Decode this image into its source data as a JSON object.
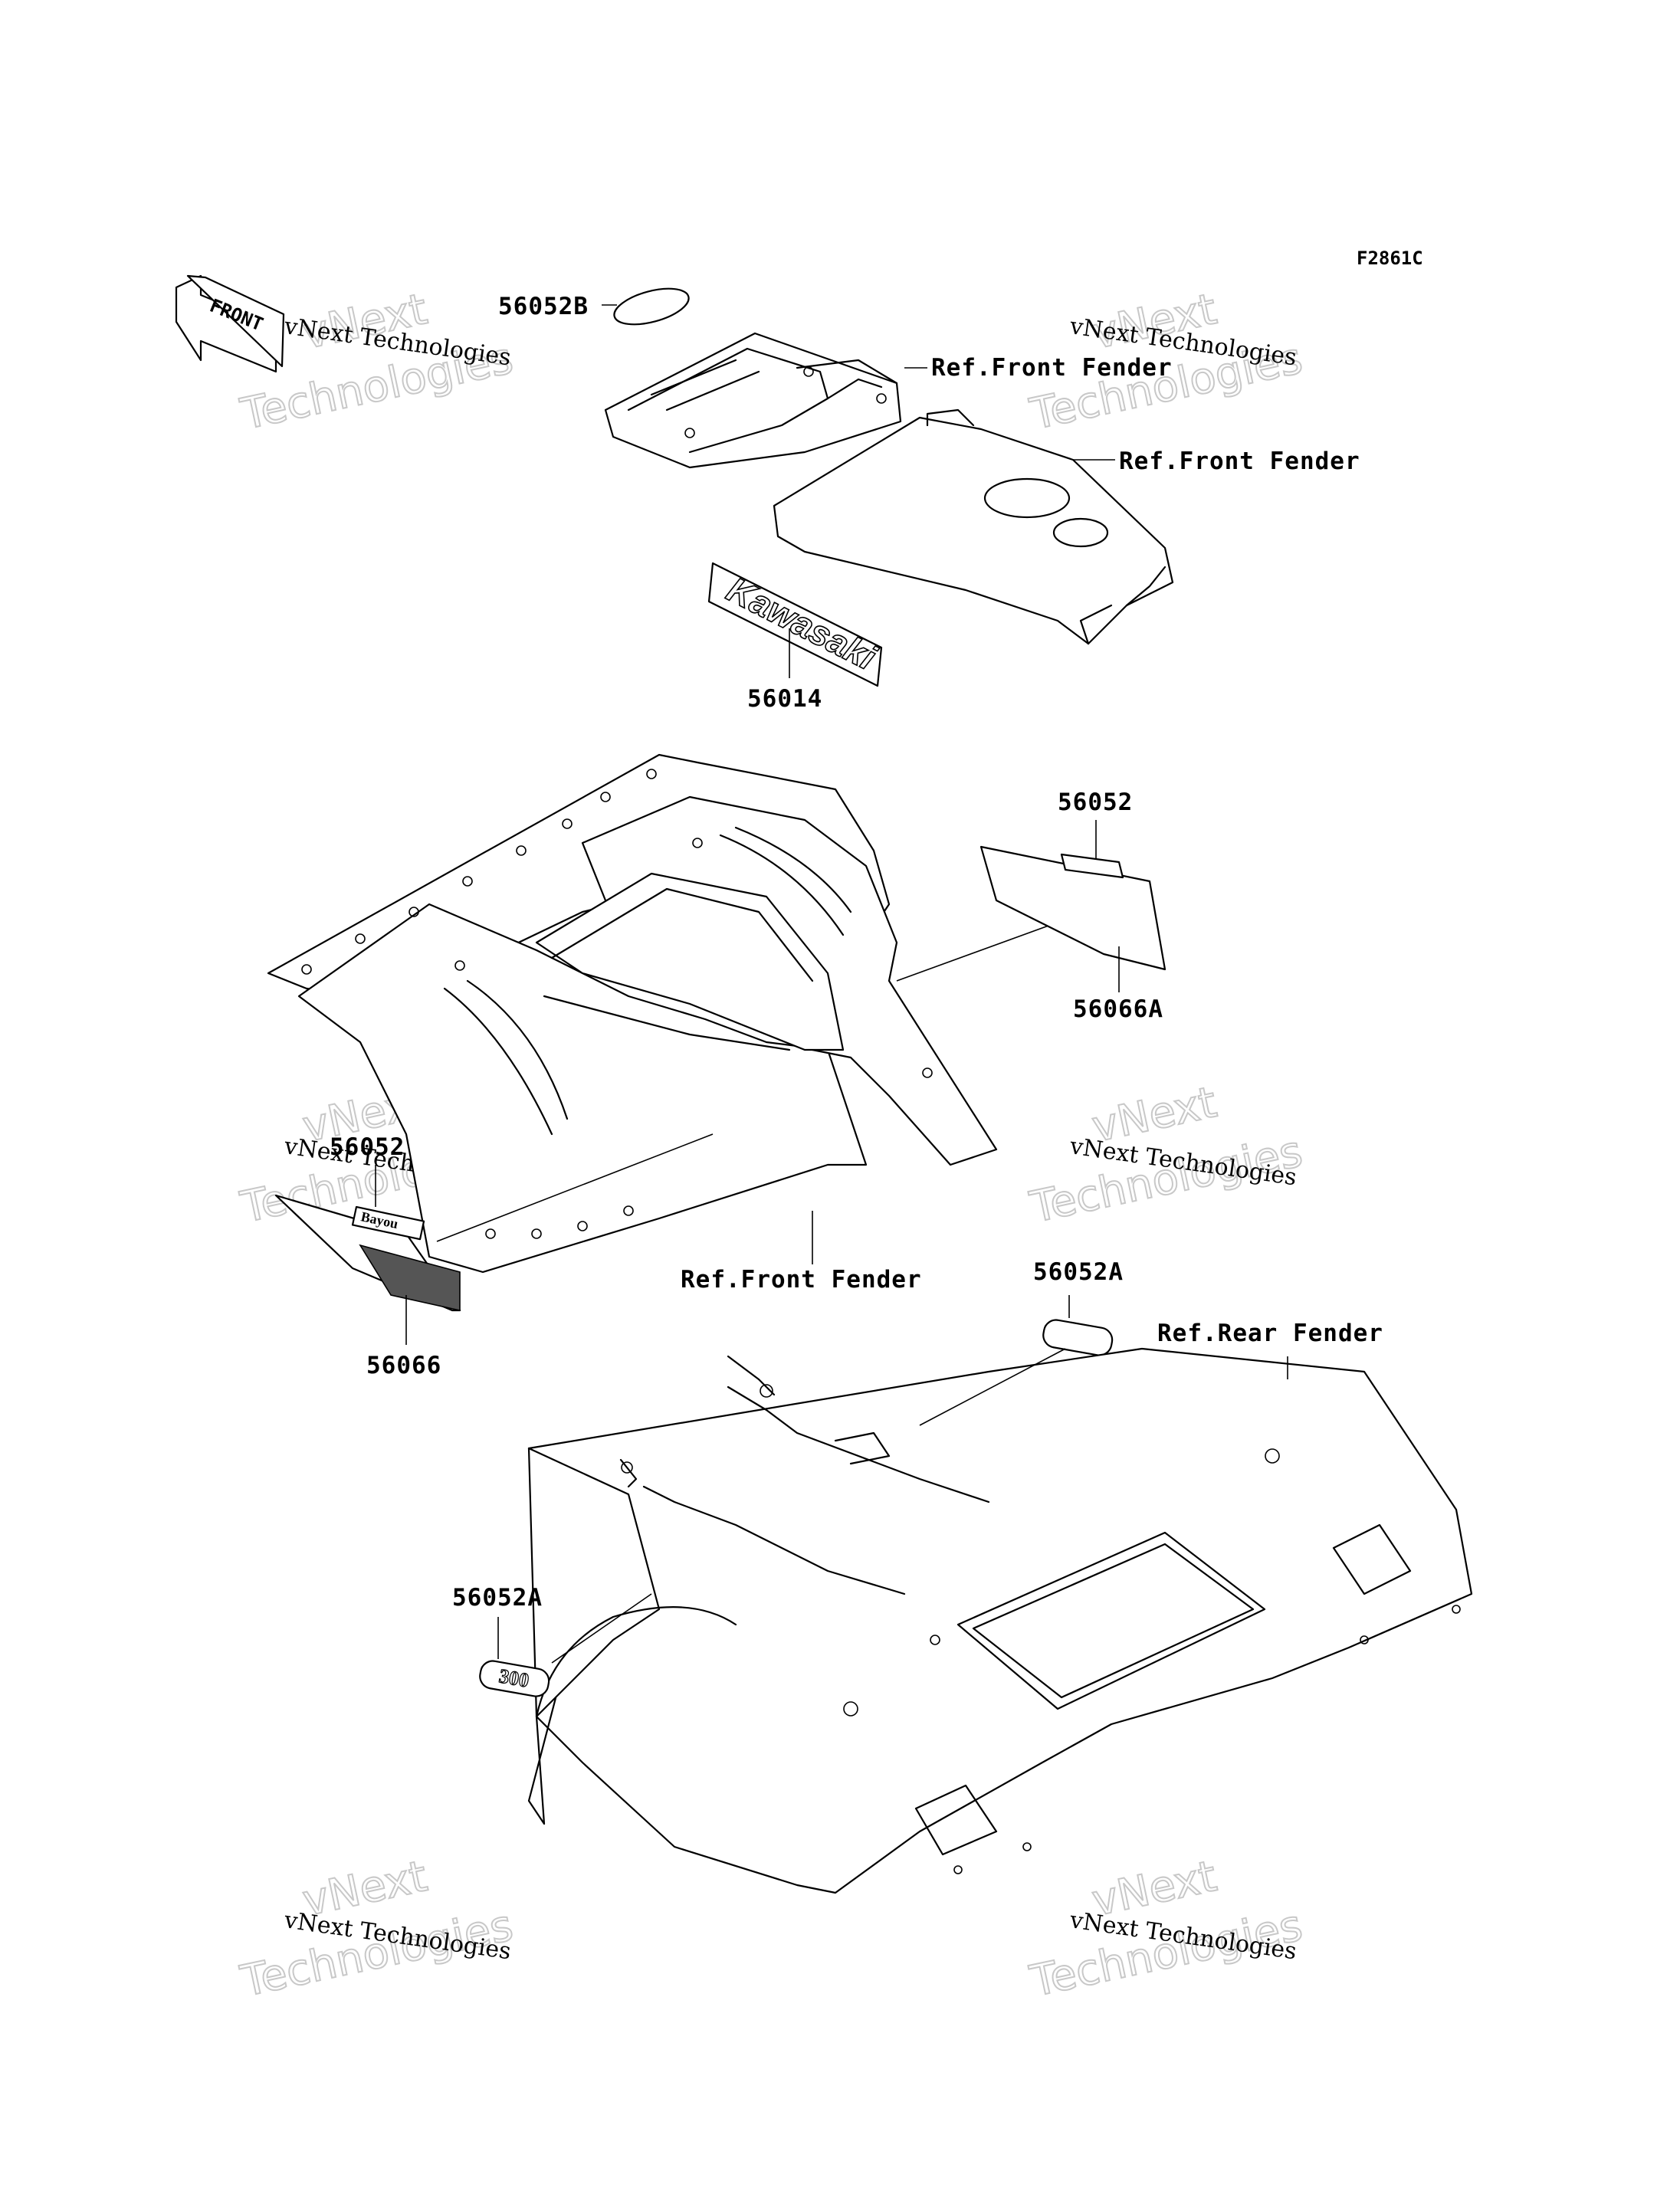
{
  "figure_code": "F2861C",
  "front_arrow_text": "FRONT",
  "callouts": {
    "part_56052B": "56052B",
    "part_56014": "56014",
    "part_56052_right": "56052",
    "part_56066A": "56066A",
    "part_56052_left": "56052",
    "part_56066": "56066",
    "part_56052A_top": "56052A",
    "part_56052A_left": "56052A",
    "ref_front_fender_1": "Ref.Front Fender",
    "ref_front_fender_2": "Ref.Front Fender",
    "ref_front_fender_3": "Ref.Front Fender",
    "ref_rear_fender": "Ref.Rear Fender"
  },
  "decal_texts": {
    "kawasaki_logo": "Kawasaki",
    "bayou_emblem": "Bayou",
    "model_emblem": "300"
  },
  "watermarks": {
    "small": "vNext Technologies",
    "big_line1": "vNext",
    "big_line2": "Technologies"
  }
}
